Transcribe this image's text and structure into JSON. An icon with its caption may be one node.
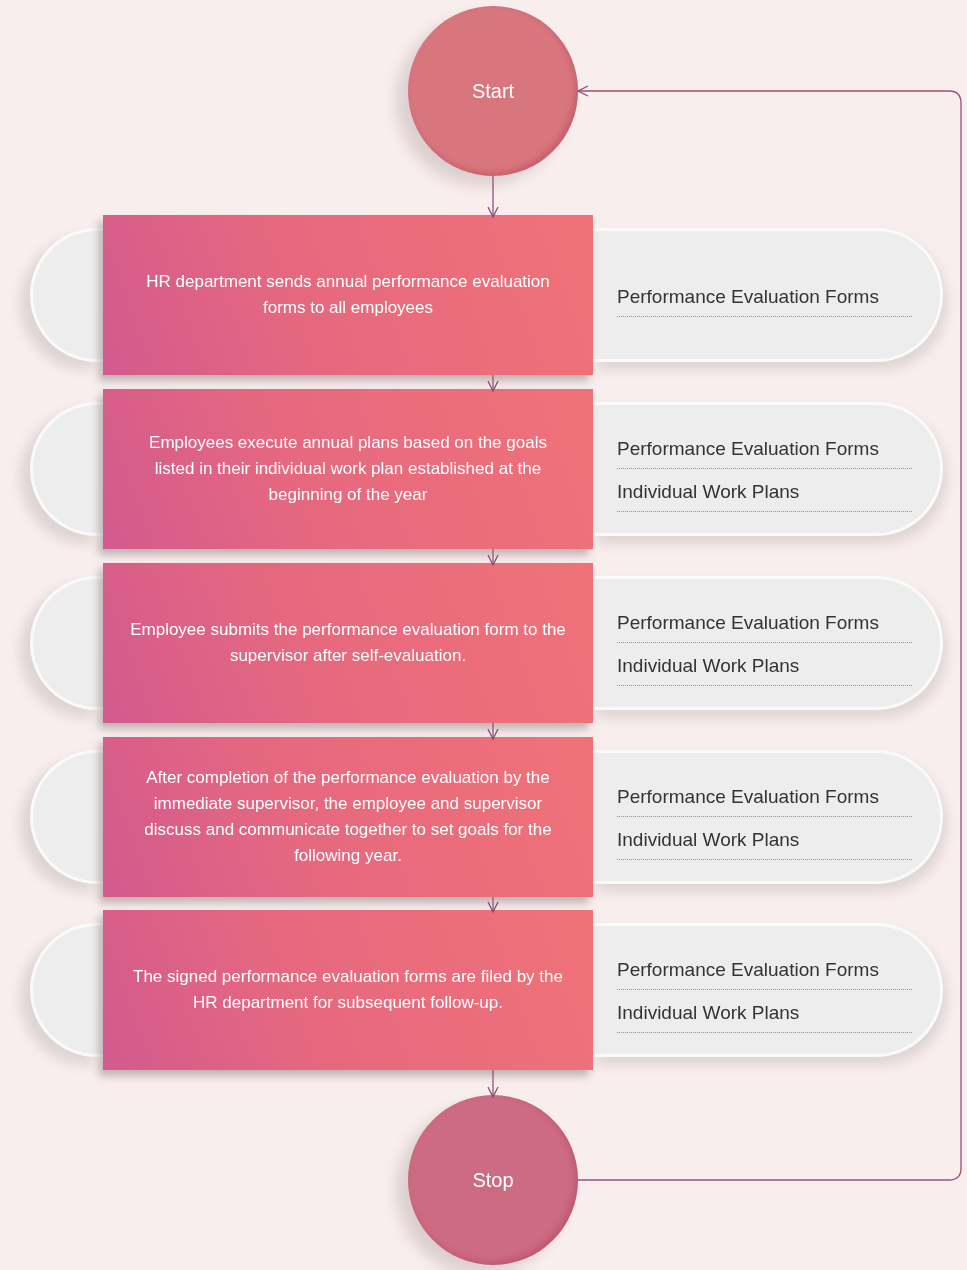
{
  "diagram": {
    "nodes": [
      {
        "text": [
          "Start"
        ]
      },
      {
        "text": [
          "HR department sends annual performance evaluation forms to all employees"
        ]
      },
      {
        "text": [
          "Performance Evaluation Forms"
        ]
      },
      {
        "text": [
          "Employees execute annual plans based on the goals listed in their individual work plan established at the beginning of the year"
        ]
      },
      {
        "text": [
          "Performance Evaluation Forms",
          "Individual Work Plans"
        ]
      },
      {
        "text": [
          "Employee submits the performance evaluation form to the supervisor after self-evaluation."
        ]
      },
      {
        "text": [
          "Performance Evaluation Forms",
          "Individual Work Plans"
        ]
      },
      {
        "text": [
          "After completion of the performance evaluation by the immediate supervisor, the employee and supervisor discuss and communicate together to set goals for the following year."
        ]
      },
      {
        "text": [
          "Performance Evaluation Forms",
          "Individual Work Plans"
        ]
      },
      {
        "text": [
          "The signed performance evaluation forms are filed by the HR department for subsequent follow-up."
        ]
      },
      {
        "text": [
          "Performance Evaluation Forms",
          "Individual Work Plans"
        ]
      },
      {
        "text": [
          "Stop"
        ]
      }
    ],
    "edges": [
      {
        "from": 0,
        "to": 1,
        "arrow": "to"
      },
      {
        "from": 1,
        "to": 3,
        "arrow": "to"
      },
      {
        "from": 3,
        "to": 5,
        "arrow": "to"
      },
      {
        "from": 5,
        "to": 7,
        "arrow": "to"
      },
      {
        "from": 7,
        "to": 9,
        "arrow": "to"
      },
      {
        "from": 9,
        "to": 11,
        "arrow": "to"
      },
      {
        "from": 11,
        "to": 0,
        "arrow": "to"
      }
    ]
  }
}
